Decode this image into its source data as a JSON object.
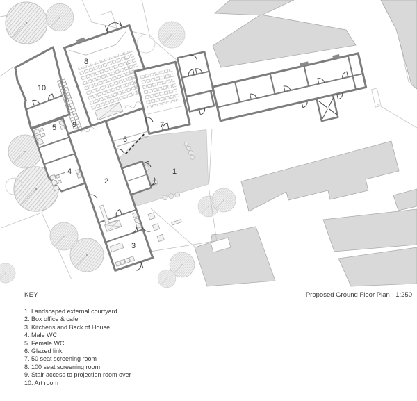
{
  "title": "Proposed Ground Floor Plan - 1:250",
  "key": {
    "heading": "KEY",
    "items": [
      "1. Landscaped external courtyard",
      "2. Box office & cafe",
      "3. Kitchens and Back of House",
      "4. Male WC",
      "5. Female WC",
      "6. Glazed link",
      "7. 50 seat screening room",
      "8. 100 seat screening room",
      "9. Stair access to projection room over",
      "10. Art room"
    ]
  },
  "plan": {
    "rooms": [
      {
        "number": "1",
        "name": "Landscaped external courtyard"
      },
      {
        "number": "2",
        "name": "Box office & cafe"
      },
      {
        "number": "3",
        "name": "Kitchens and Back of House"
      },
      {
        "number": "4",
        "name": "Male WC"
      },
      {
        "number": "5",
        "name": "Female WC"
      },
      {
        "number": "6",
        "name": "Glazed link"
      },
      {
        "number": "7",
        "name": "50 seat screening room"
      },
      {
        "number": "8",
        "name": "100 seat screening room"
      },
      {
        "number": "9",
        "name": "Stair access to projection room over"
      },
      {
        "number": "10",
        "name": "Art room"
      }
    ],
    "scale": "1:250",
    "colors": {
      "context_fill": "#d9d9d9",
      "courtyard_fill": "#dedede",
      "wall": "#7d7d7d",
      "tree_stroke": "#bfbfbf"
    }
  }
}
